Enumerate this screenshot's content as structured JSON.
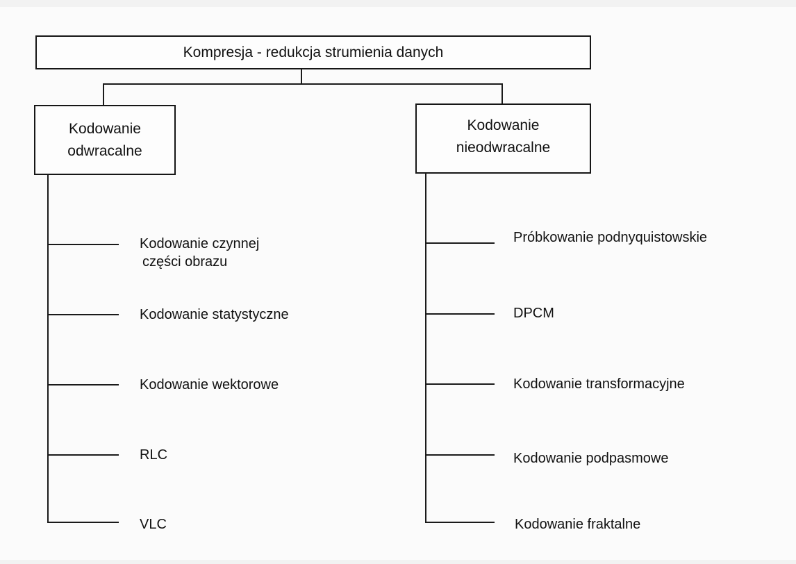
{
  "root": "Kompresja - redukcja strumienia danych",
  "left": {
    "title_line1": "Kodowanie",
    "title_line2": "odwracalne",
    "items": [
      "Kodowanie czynnej",
      "części obrazu",
      "Kodowanie statystyczne",
      "Kodowanie wektorowe",
      "RLC",
      "VLC"
    ]
  },
  "right": {
    "title_line1": "Kodowanie",
    "title_line2": "nieodwracalne",
    "items": [
      "Próbkowanie podnyquistowskie",
      "DPCM",
      "Kodowanie transformacyjne",
      "Kodowanie podpasmowe",
      "Kodowanie fraktalne"
    ]
  }
}
